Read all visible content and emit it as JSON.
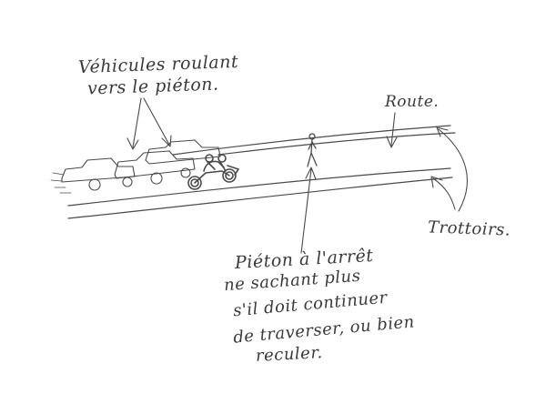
{
  "labels": {
    "vehicules": [
      "Véhicules roulant",
      "vers le piéton."
    ],
    "route": "Route.",
    "trottoirs": "Trottoirs.",
    "pieton": [
      "Piéton à l'arrêt",
      "ne sachant plus",
      "s'il doit continuer",
      "de traverser, ou bien",
      "reculer."
    ]
  },
  "colors": {
    "ink": "#3a3a3a",
    "paper": "#ffffff"
  }
}
